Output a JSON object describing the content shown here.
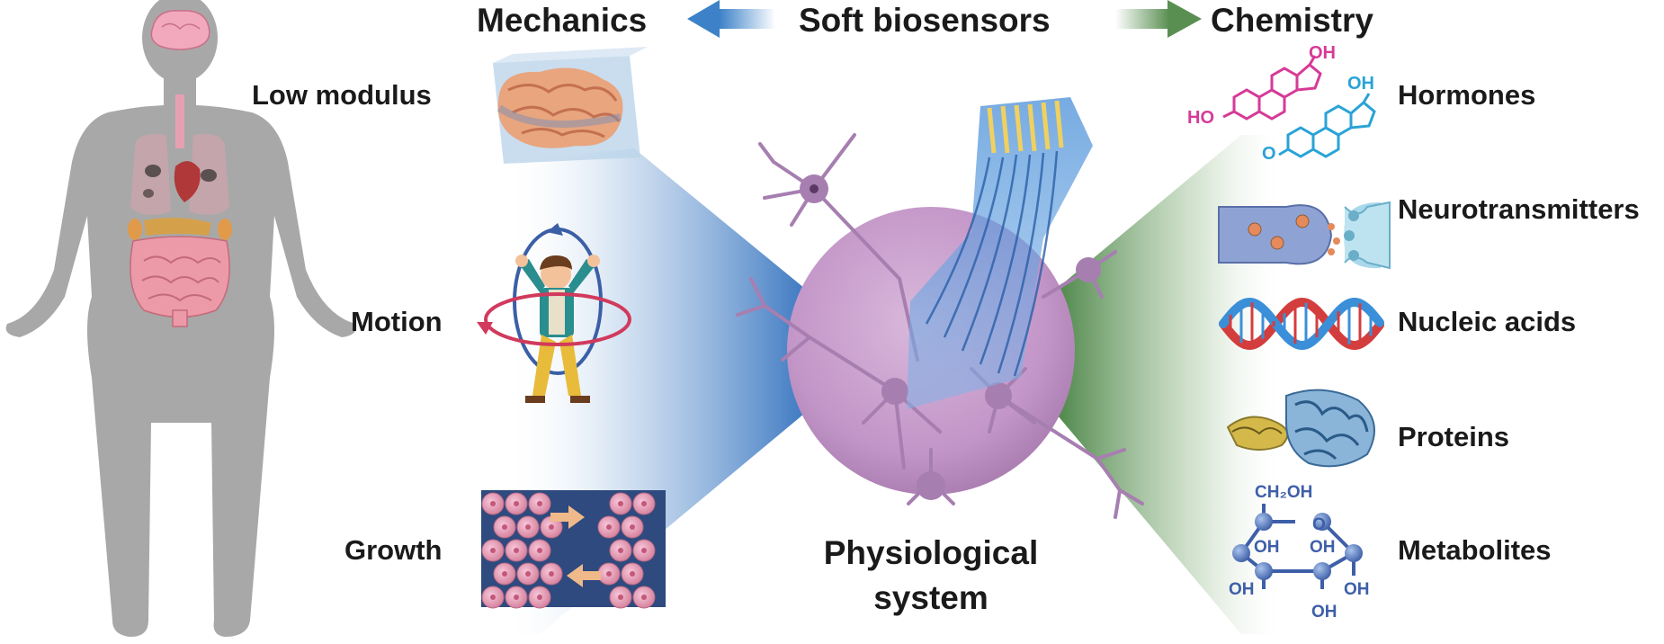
{
  "headings": {
    "center": "Soft biosensors",
    "left": "Mechanics",
    "right": "Chemistry"
  },
  "mechanics_labels": {
    "modulus": "Low modulus",
    "motion": "Motion",
    "growth": "Growth"
  },
  "chemistry_labels": {
    "hormones": "Hormones",
    "neurotransmitters": "Neurotransmitters",
    "nucleic_acids": "Nucleic acids",
    "proteins": "Proteins",
    "metabolites": "Metabolites"
  },
  "center_labels": {
    "line1": "Physiological",
    "line2": "system"
  },
  "molecule_text": {
    "oh_top": "OH",
    "ho_left": "HO",
    "oh_right": "OH",
    "o_keto": "O",
    "ch2oh": "CH₂OH",
    "ring_o": "O",
    "oh_1": "OH",
    "oh_2": "OH",
    "oh_3": "OH",
    "oh_4": "OH",
    "oh_5": "OH"
  },
  "colors": {
    "mechanics_accent": "#3b7fc4",
    "chemistry_accent": "#4f8a4a",
    "estradiol": "#d63a97",
    "progesterone": "#2aa3d6",
    "neuron": "#a67fb0",
    "sphere": "#c79ccc",
    "glucose": "#3e5fa8",
    "body": "#a8a8a8"
  }
}
